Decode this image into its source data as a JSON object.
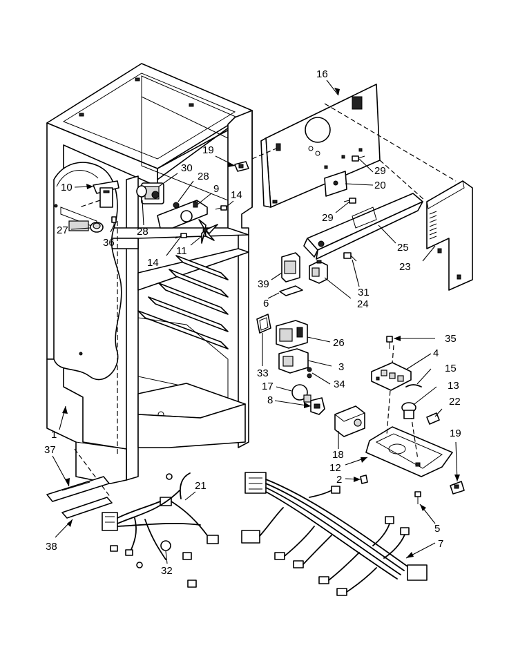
{
  "callouts": {
    "c1": "1",
    "c2": "2",
    "c3": "3",
    "c4": "4",
    "c5": "5",
    "c6": "6",
    "c7": "7",
    "c8": "8",
    "c9": "9",
    "c10": "10",
    "c11": "11",
    "c12": "12",
    "c13": "13",
    "c14a": "14",
    "c14b": "14",
    "c15": "15",
    "c16": "16",
    "c17": "17",
    "c18": "18",
    "c19a": "19",
    "c19b": "19",
    "c20": "20",
    "c21": "21",
    "c22": "22",
    "c23": "23",
    "c24": "24",
    "c25": "25",
    "c26": "26",
    "c27": "27",
    "c28a": "28",
    "c28b": "28",
    "c29a": "29",
    "c29b": "29",
    "c30": "30",
    "c31": "31",
    "c32": "32",
    "c33": "33",
    "c34": "34",
    "c35": "35",
    "c36": "36",
    "c37": "37",
    "c38": "38",
    "c39": "39"
  }
}
